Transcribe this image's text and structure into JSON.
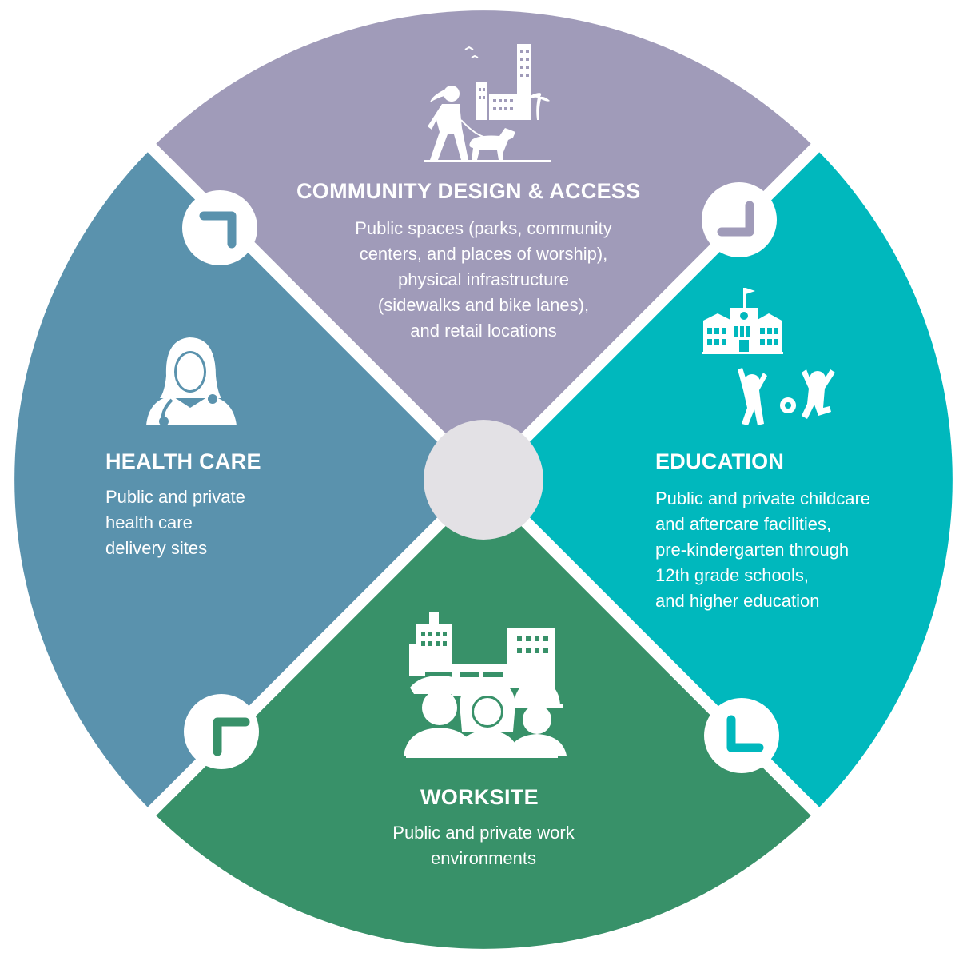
{
  "colors": {
    "community": "#a09bb9",
    "education": "#00b8bd",
    "worksite": "#389169",
    "health": "#5a92ad",
    "hub": "#e3e1e5",
    "gap": "#ffffff"
  },
  "community": {
    "title": "COMMUNITY DESIGN & ACCESS",
    "lines": [
      "Public spaces (parks, community",
      "centers, and places of worship),",
      "physical infrastructure",
      "(sidewalks and bike lanes),",
      "and retail locations"
    ],
    "icon": "person-walking-dog-city-icon"
  },
  "education": {
    "title": "EDUCATION",
    "lines": [
      "Public and private childcare",
      "and aftercare facilities,",
      "pre-kindergarten through",
      "12th grade schools,",
      "and higher education"
    ],
    "icon": "school-children-icon"
  },
  "worksite": {
    "title": "WORKSITE",
    "lines": [
      "Public and private work",
      "environments"
    ],
    "icon": "workers-city-icon"
  },
  "health": {
    "title": "HEALTH CARE",
    "lines": [
      "Public and private",
      "health care",
      "delivery sites"
    ],
    "icon": "doctor-stethoscope-icon"
  }
}
